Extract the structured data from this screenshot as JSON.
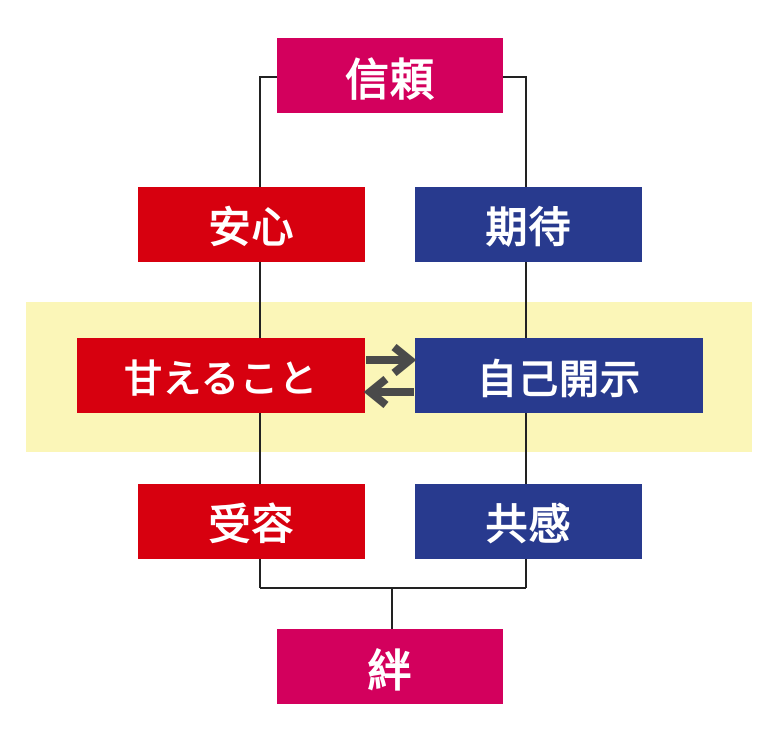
{
  "colors": {
    "magenta": "#d3005d",
    "red": "#d7000f",
    "navy": "#283a8e",
    "band": "#fbf6b8",
    "line": "#222222",
    "arrow": "#4a4a4a"
  },
  "nodes": {
    "trust": "信頼",
    "safety": "安心",
    "expectation": "期待",
    "amae": "甘えること",
    "self_disclosure": "自己開示",
    "acceptance": "受容",
    "empathy": "共感",
    "bond": "絆"
  },
  "arrows": {
    "icon": "exchange-arrows-icon"
  }
}
